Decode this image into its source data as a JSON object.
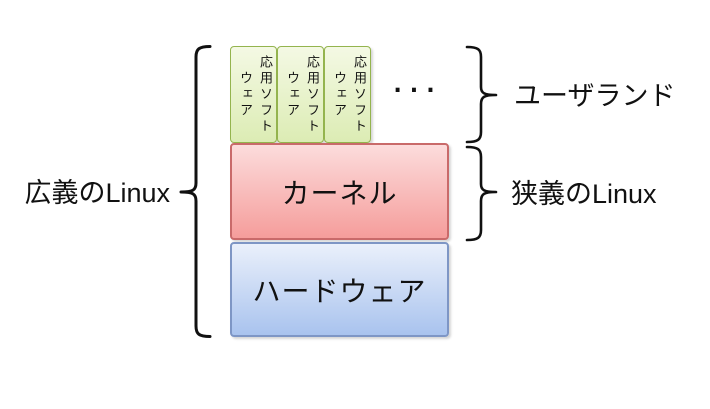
{
  "diagram": {
    "app_box": {
      "full_text": "応用ソフトウェア",
      "line1": "応用ソフト",
      "line2": "ウェア",
      "count_visible": 3
    },
    "ellipsis": "...",
    "kernel_label": "カーネル",
    "hardware_label": "ハードウェア",
    "labels": {
      "broad_linux": "広義のLinux",
      "userland": "ユーザランド",
      "narrow_linux": "狭義のLinux"
    },
    "colors": {
      "app_box_fill_top": "#f4f9e4",
      "app_box_fill_bottom": "#dcecb4",
      "app_box_border": "#94b44e",
      "kernel_fill_top": "#fcdcdc",
      "kernel_fill_bottom": "#f59d9b",
      "kernel_border": "#c96a6a",
      "hardware_fill_top": "#eaf0fb",
      "hardware_fill_bottom": "#a9c3ee",
      "hardware_border": "#7e96c5",
      "brace_and_text": "#111111",
      "background": "#ffffff"
    }
  }
}
